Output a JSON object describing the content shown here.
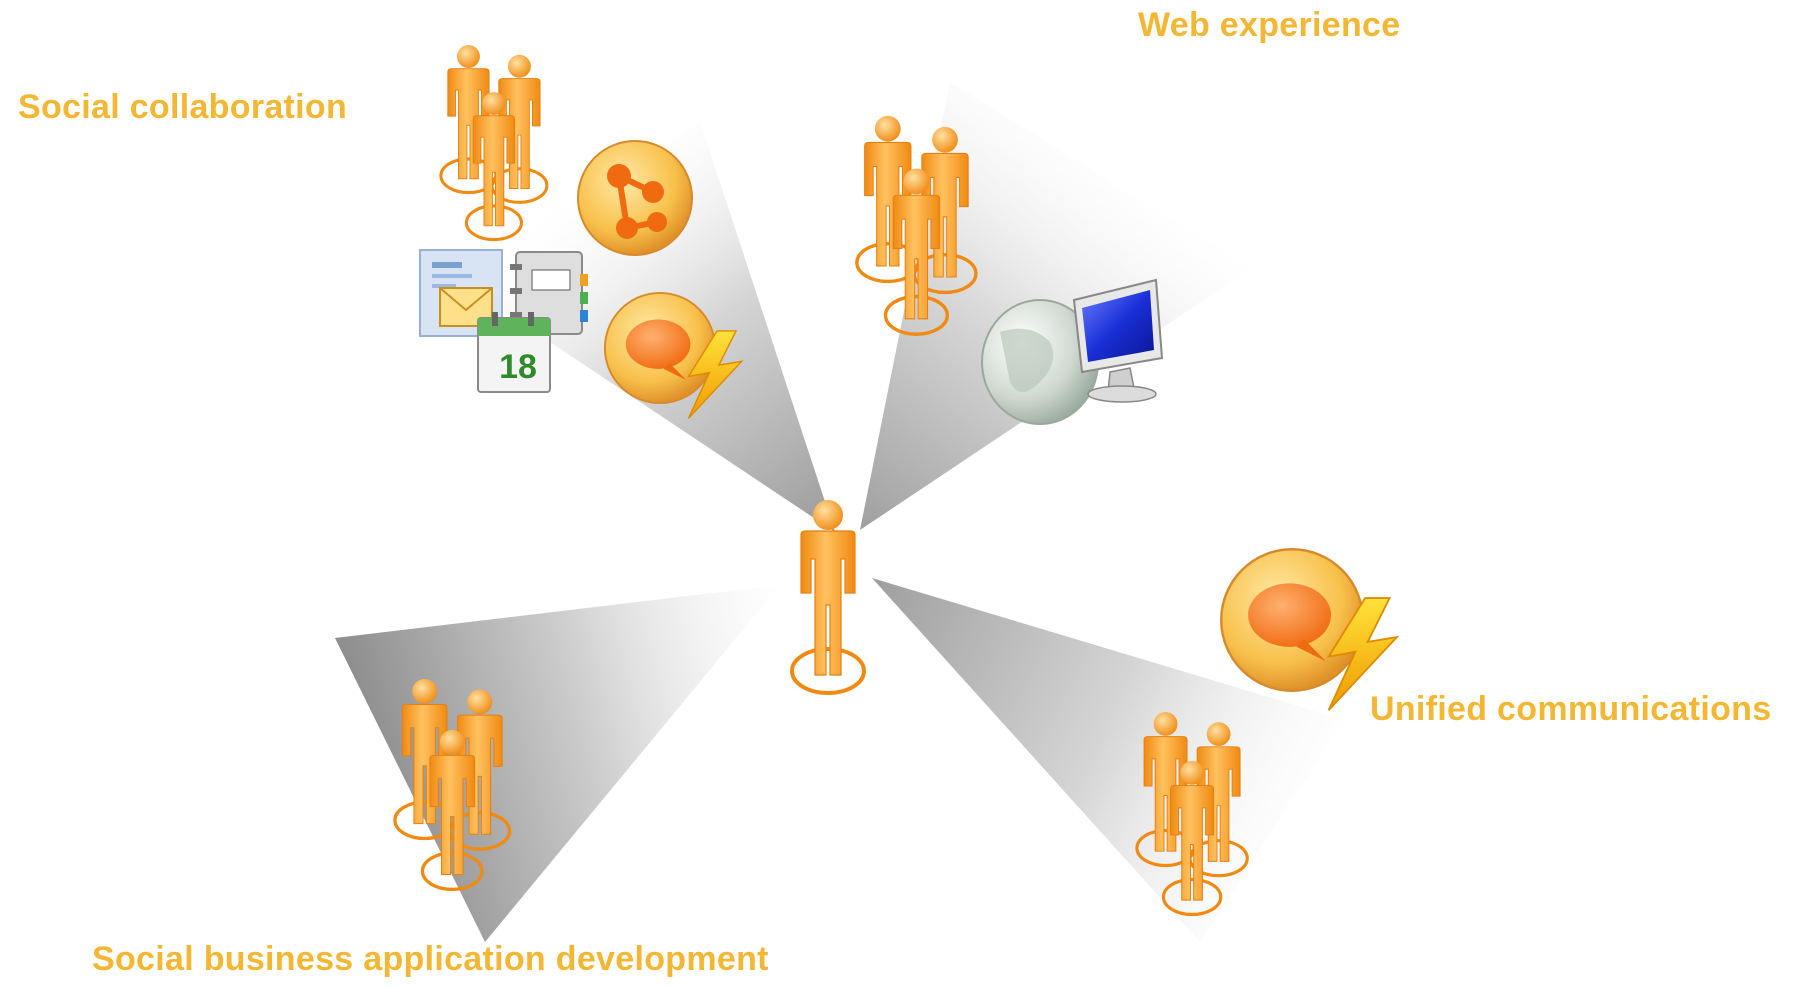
{
  "diagram": {
    "labels": {
      "social_collaboration": "Social collaboration",
      "web_experience": "Web experience",
      "unified_communications": "Unified communications",
      "app_development": "Social business application development"
    },
    "calendar_day": "18"
  },
  "colors": {
    "label": "#f3b733",
    "person_light": "#ffc15e",
    "person_dark": "#f08a12",
    "ring": "#f08a12",
    "beam_dark": "#b3b3b3",
    "beam_light": "#ffffff",
    "monitor_screen": "#1a2fd6"
  },
  "icons": [
    "person-icon",
    "group-icon",
    "activity-network-icon",
    "chat-lightning-icon",
    "mail-icon",
    "contacts-icon",
    "calendar-icon",
    "globe-icon",
    "monitor-icon"
  ]
}
